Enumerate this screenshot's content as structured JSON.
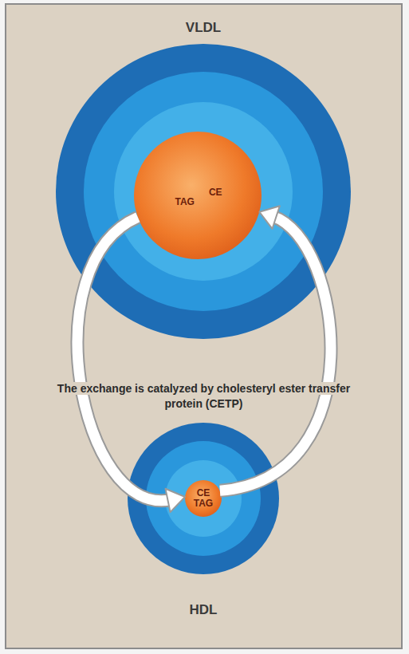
{
  "diagram": {
    "nodes": [
      {
        "text": [
          "VLDL"
        ]
      },
      {
        "text": [
          "TAG",
          "CE"
        ],
        "in": 0
      },
      {
        "text": [
          "HDL"
        ]
      },
      {
        "text": [
          "CE",
          "TAG"
        ],
        "in": 2
      }
    ],
    "edges": [
      {
        "from": 1,
        "to": 3,
        "arrow": "to"
      },
      {
        "from": 3,
        "to": 1,
        "arrow": "to"
      }
    ],
    "labels": [
      "The exchange is catalyzed by cholesteryl ester transfer protein (CETP)"
    ]
  }
}
